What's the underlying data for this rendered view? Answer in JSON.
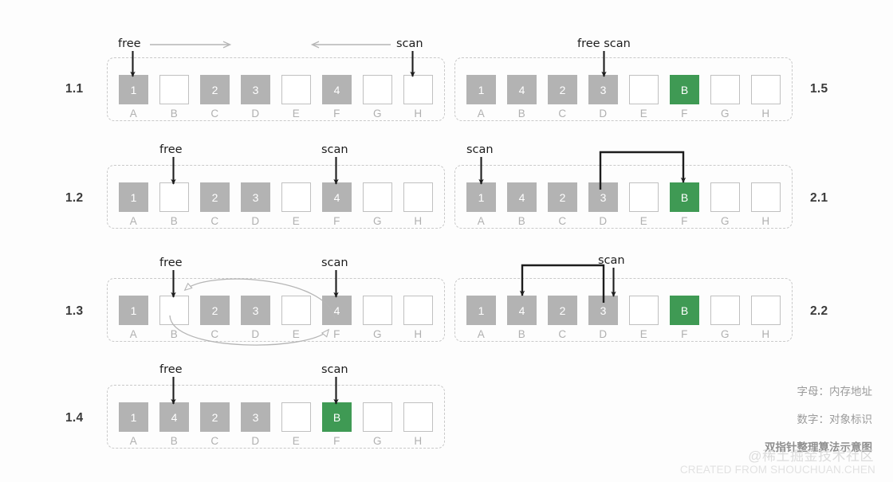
{
  "title": "双指针整理算法示意图",
  "colors": {
    "marked": "#b3b3b3",
    "empty_border": "#c0c0c0",
    "moved": "#3f9a54",
    "panel_border": "#c9c9c9",
    "arrow_dark": "#1d1d1d",
    "arrow_light": "#b5b5b5"
  },
  "pointers": {
    "free": "free",
    "scan": "scan",
    "free_scan": "free scan"
  },
  "steps": [
    {
      "id": "1.1",
      "side": "left",
      "cells": [
        {
          "addr": "A",
          "value": "1",
          "state": "gray"
        },
        {
          "addr": "B",
          "value": "",
          "state": "empty"
        },
        {
          "addr": "C",
          "value": "2",
          "state": "gray"
        },
        {
          "addr": "D",
          "value": "3",
          "state": "gray"
        },
        {
          "addr": "E",
          "value": "",
          "state": "empty"
        },
        {
          "addr": "F",
          "value": "4",
          "state": "gray"
        },
        {
          "addr": "G",
          "value": "",
          "state": "empty"
        },
        {
          "addr": "H",
          "value": "",
          "state": "empty"
        }
      ],
      "free_at": "A",
      "scan_at": "H",
      "notes": "free sweeps right, scan sweeps left"
    },
    {
      "id": "1.2",
      "side": "left",
      "cells": [
        {
          "addr": "A",
          "value": "1",
          "state": "gray"
        },
        {
          "addr": "B",
          "value": "",
          "state": "empty"
        },
        {
          "addr": "C",
          "value": "2",
          "state": "gray"
        },
        {
          "addr": "D",
          "value": "3",
          "state": "gray"
        },
        {
          "addr": "E",
          "value": "",
          "state": "empty"
        },
        {
          "addr": "F",
          "value": "4",
          "state": "gray"
        },
        {
          "addr": "G",
          "value": "",
          "state": "empty"
        },
        {
          "addr": "H",
          "value": "",
          "state": "empty"
        }
      ],
      "free_at": "B",
      "scan_at": "F"
    },
    {
      "id": "1.3",
      "side": "left",
      "cells": [
        {
          "addr": "A",
          "value": "1",
          "state": "gray"
        },
        {
          "addr": "B",
          "value": "",
          "state": "empty"
        },
        {
          "addr": "C",
          "value": "2",
          "state": "gray"
        },
        {
          "addr": "D",
          "value": "3",
          "state": "gray"
        },
        {
          "addr": "E",
          "value": "",
          "state": "empty"
        },
        {
          "addr": "F",
          "value": "4",
          "state": "gray"
        },
        {
          "addr": "G",
          "value": "",
          "state": "empty"
        },
        {
          "addr": "H",
          "value": "",
          "state": "empty"
        }
      ],
      "free_at": "B",
      "scan_at": "F",
      "notes": "swap B and F"
    },
    {
      "id": "1.4",
      "side": "left",
      "cells": [
        {
          "addr": "A",
          "value": "1",
          "state": "gray"
        },
        {
          "addr": "B",
          "value": "4",
          "state": "gray"
        },
        {
          "addr": "C",
          "value": "2",
          "state": "gray"
        },
        {
          "addr": "D",
          "value": "3",
          "state": "gray"
        },
        {
          "addr": "E",
          "value": "",
          "state": "empty"
        },
        {
          "addr": "F",
          "value": "B",
          "state": "green"
        },
        {
          "addr": "G",
          "value": "",
          "state": "empty"
        },
        {
          "addr": "H",
          "value": "",
          "state": "empty"
        }
      ],
      "free_at": "B",
      "scan_at": "F"
    },
    {
      "id": "1.5",
      "side": "right",
      "cells": [
        {
          "addr": "A",
          "value": "1",
          "state": "gray"
        },
        {
          "addr": "B",
          "value": "4",
          "state": "gray"
        },
        {
          "addr": "C",
          "value": "2",
          "state": "gray"
        },
        {
          "addr": "D",
          "value": "3",
          "state": "gray"
        },
        {
          "addr": "E",
          "value": "",
          "state": "empty"
        },
        {
          "addr": "F",
          "value": "B",
          "state": "green"
        },
        {
          "addr": "G",
          "value": "",
          "state": "empty"
        },
        {
          "addr": "H",
          "value": "",
          "state": "empty"
        }
      ],
      "free_scan_at": "D"
    },
    {
      "id": "2.1",
      "side": "right",
      "cells": [
        {
          "addr": "A",
          "value": "1",
          "state": "gray"
        },
        {
          "addr": "B",
          "value": "4",
          "state": "gray"
        },
        {
          "addr": "C",
          "value": "2",
          "state": "gray"
        },
        {
          "addr": "D",
          "value": "3",
          "state": "gray"
        },
        {
          "addr": "E",
          "value": "",
          "state": "empty"
        },
        {
          "addr": "F",
          "value": "B",
          "state": "green"
        },
        {
          "addr": "G",
          "value": "",
          "state": "empty"
        },
        {
          "addr": "H",
          "value": "",
          "state": "empty"
        }
      ],
      "scan_at": "A",
      "link": {
        "from": "D",
        "to": "F"
      }
    },
    {
      "id": "2.2",
      "side": "right",
      "cells": [
        {
          "addr": "A",
          "value": "1",
          "state": "gray"
        },
        {
          "addr": "B",
          "value": "4",
          "state": "gray"
        },
        {
          "addr": "C",
          "value": "2",
          "state": "gray"
        },
        {
          "addr": "D",
          "value": "3",
          "state": "gray"
        },
        {
          "addr": "E",
          "value": "",
          "state": "empty"
        },
        {
          "addr": "F",
          "value": "B",
          "state": "green"
        },
        {
          "addr": "G",
          "value": "",
          "state": "empty"
        },
        {
          "addr": "H",
          "value": "",
          "state": "empty"
        }
      ],
      "scan_at": "D",
      "link": {
        "from": "D",
        "to": "B"
      }
    }
  ],
  "legend": {
    "line1": "字母：内存地址",
    "line2": "数字：对象标识",
    "line3": "双指针整理算法示意图"
  },
  "watermark": {
    "main": "@稀土掘金技术社区",
    "sub": "CREATED FROM SHOUCHUAN.CHEN"
  }
}
